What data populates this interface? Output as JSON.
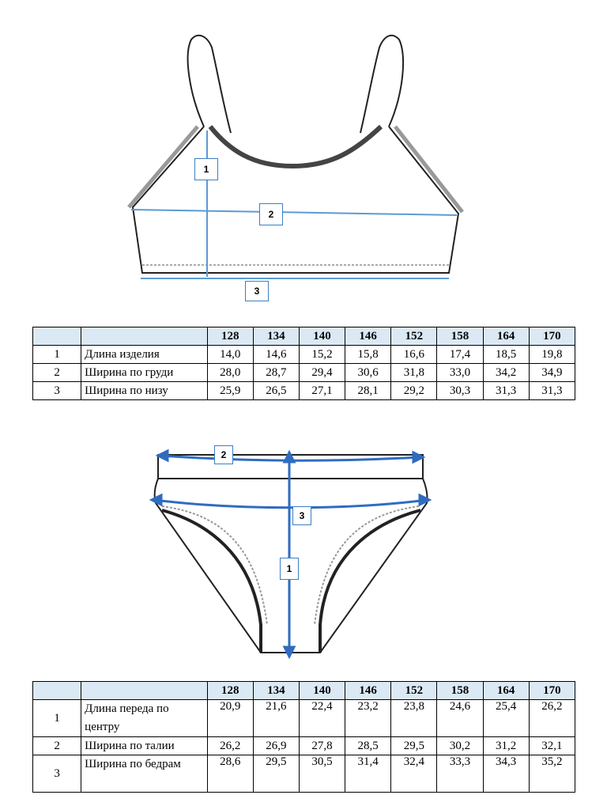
{
  "top_product": {
    "labels": [
      "1",
      "2",
      "3"
    ]
  },
  "top_table": {
    "sizes": [
      "128",
      "134",
      "140",
      "146",
      "152",
      "158",
      "164",
      "170"
    ],
    "rows": [
      {
        "num": "1",
        "name": "Длина изделия",
        "values": [
          "14,0",
          "14,6",
          "15,2",
          "15,8",
          "16,6",
          "17,4",
          "18,5",
          "19,8"
        ]
      },
      {
        "num": "2",
        "name": "Ширина по груди",
        "values": [
          "28,0",
          "28,7",
          "29,4",
          "30,6",
          "31,8",
          "33,0",
          "34,2",
          "34,9"
        ]
      },
      {
        "num": "3",
        "name": "Ширина по низу",
        "values": [
          "25,9",
          "26,5",
          "27,1",
          "28,1",
          "29,2",
          "30,3",
          "31,3",
          "31,3"
        ]
      }
    ]
  },
  "bottom_product": {
    "labels": [
      "1",
      "2",
      "3"
    ]
  },
  "bottom_table": {
    "sizes": [
      "128",
      "134",
      "140",
      "146",
      "152",
      "158",
      "164",
      "170"
    ],
    "rows": [
      {
        "num": "1",
        "name": "Длина переда по центру",
        "values": [
          "20,9",
          "21,6",
          "22,4",
          "23,2",
          "23,8",
          "24,6",
          "25,4",
          "26,2"
        ]
      },
      {
        "num": "2",
        "name": "Ширина по талии",
        "values": [
          "26,2",
          "26,9",
          "27,8",
          "28,5",
          "29,5",
          "30,2",
          "31,2",
          "32,1"
        ]
      },
      {
        "num": "3",
        "name": "Ширина по бедрам",
        "values": [
          "28,6",
          "29,5",
          "30,5",
          "31,4",
          "32,4",
          "33,3",
          "34,3",
          "35,2"
        ]
      }
    ]
  },
  "colors": {
    "measure_top": "#5b9bd5",
    "measure_bottom": "#2f6cc0",
    "header_bg": "#dbe9f5"
  }
}
